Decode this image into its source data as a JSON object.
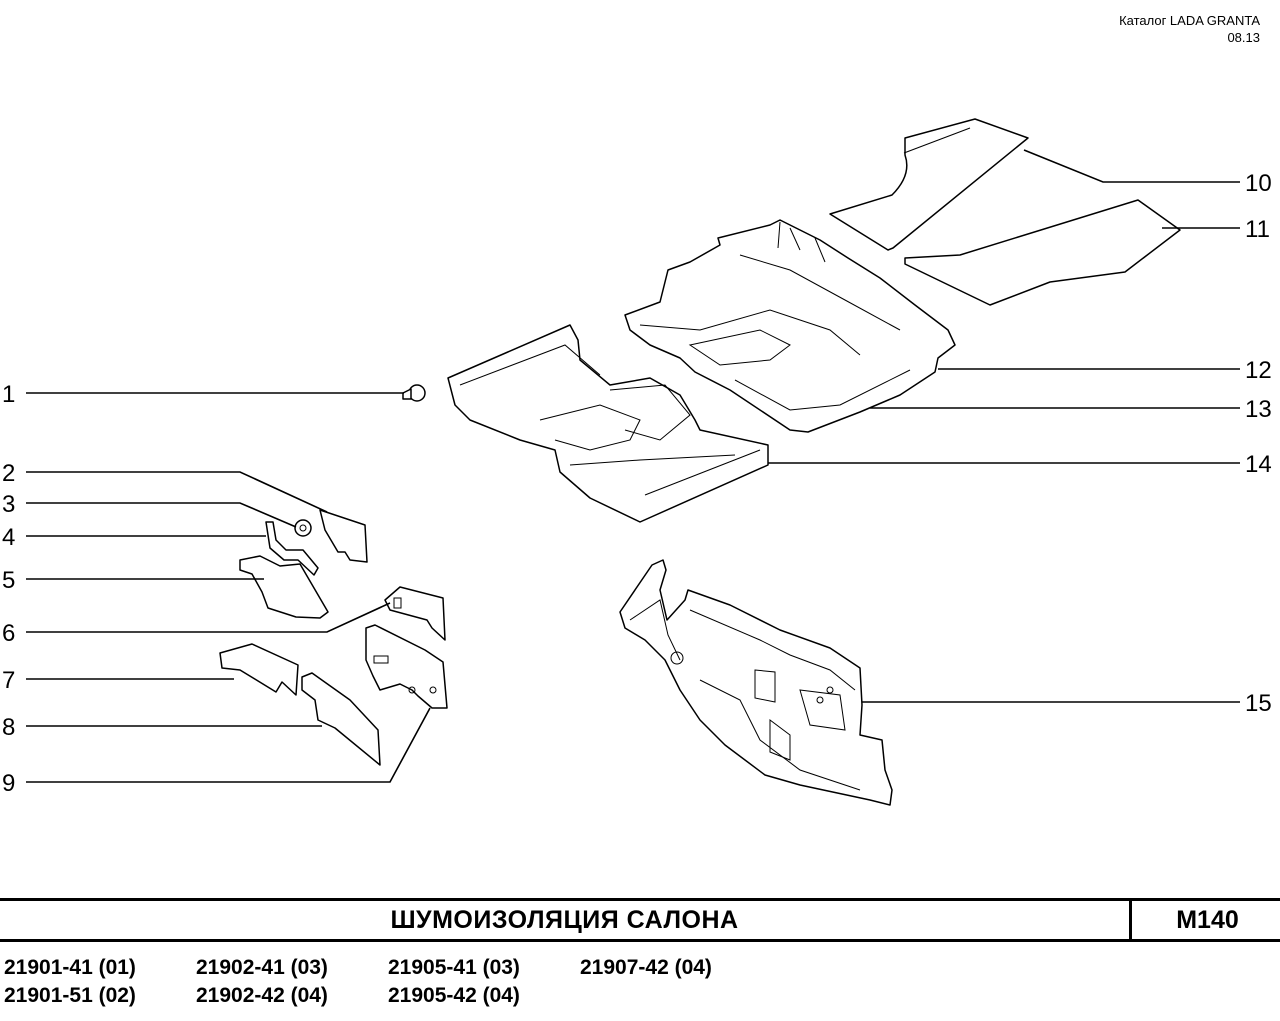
{
  "header": {
    "catalog": "Каталог  LADA  GRANTA",
    "date": "08.13"
  },
  "callouts": [
    "1",
    "2",
    "3",
    "4",
    "5",
    "6",
    "7",
    "8",
    "9",
    "10",
    "11",
    "12",
    "13",
    "14",
    "15"
  ],
  "title": "ШУМОИЗОЛЯЦИЯ   САЛОНА",
  "code": "M140",
  "models": [
    "21901-41 (01)",
    "21901-51 (02)",
    "21902-41 (03)",
    "21902-42 (04)",
    "21905-41 (03)",
    "21905-42 (04)",
    "21907-42 (04)"
  ]
}
